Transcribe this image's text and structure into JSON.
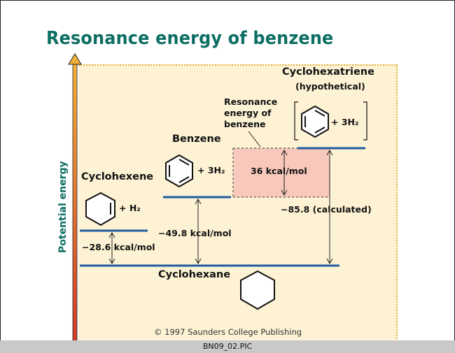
{
  "title": "Resonance energy of benzene",
  "axis_label": "Potential energy",
  "species": {
    "cyclohexatriene": {
      "name": "Cyclohexatriene",
      "note": "(hypothetical)",
      "reagent": "+ 3H₂"
    },
    "benzene": {
      "name": "Benzene",
      "reagent": "+ 3H₂"
    },
    "cyclohexene": {
      "name": "Cyclohexene",
      "reagent": "+ H₂"
    },
    "cyclohexane": {
      "name": "Cyclohexane"
    }
  },
  "resonance_label": {
    "line1": "Resonance",
    "line2": "energy of",
    "line3": "benzene"
  },
  "energies": {
    "resonance": "36 kcal/mol",
    "cyclohexatriene": "−85.8 (calculated)",
    "benzene": "−49.8 kcal/mol",
    "cyclohexene": "−28.6 kcal/mol"
  },
  "copyright": "© 1997 Saunders College Publishing",
  "footer": "BN09_02.PIC",
  "colors": {
    "title": "#0d6e63",
    "level_line": "#1f5aa0",
    "panel": "#fdf2d3",
    "resonance_box": "#f7c8bb",
    "footer": "#c9c9c9"
  }
}
